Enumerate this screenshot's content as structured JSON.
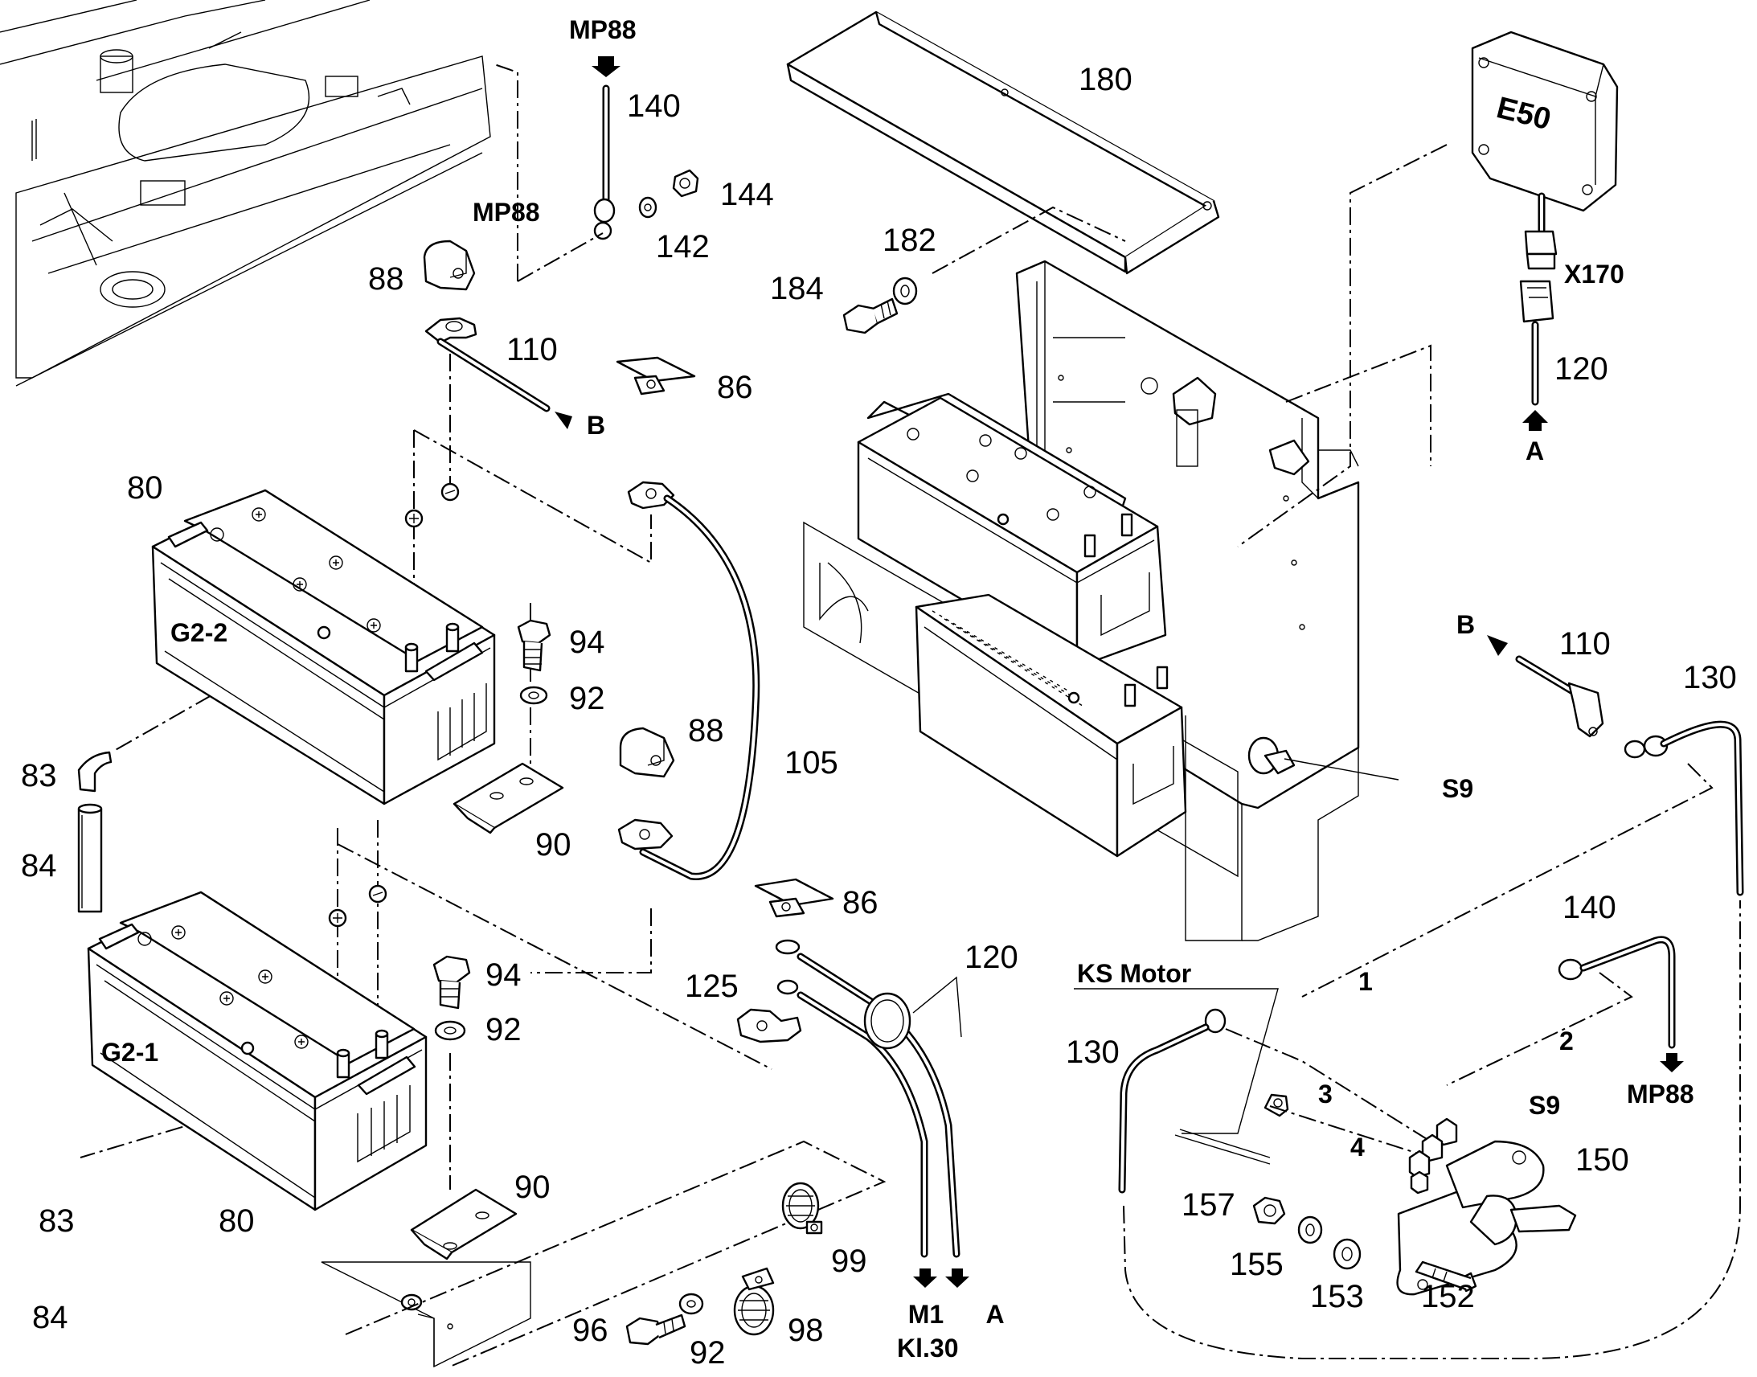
{
  "labels": {
    "mp88_top": "MP88",
    "p140_top": "140",
    "mp88_mid": "MP88",
    "p144": "144",
    "p142": "142",
    "p88_top": "88",
    "p110_top": "110",
    "b_top": "B",
    "p86_top": "86",
    "p80_top": "80",
    "g22": "G2-2",
    "p94_top": "94",
    "p92_top": "92",
    "p83_top": "83",
    "p84_top": "84",
    "p88_mid": "88",
    "p105": "105",
    "p90_top": "90",
    "p86_mid": "86",
    "p125": "125",
    "p120_mid": "120",
    "p94_bot": "94",
    "p92_bot": "92",
    "g21": "G2-1",
    "p90_bot": "90",
    "p83_bot": "83",
    "p80_bot": "80",
    "p84_bot": "84",
    "p99": "99",
    "p96": "96",
    "p92_lowest": "92",
    "p98": "98",
    "m1": "M1",
    "kl30": "Kl.30",
    "a_bot": "A",
    "p180": "180",
    "p182": "182",
    "p184": "184",
    "e50": "E50",
    "x170": "X170",
    "p120_top": "120",
    "a_top": "A",
    "b_right": "B",
    "p110_right": "110",
    "p130_right": "130",
    "s9_mid": "S9",
    "p140_right": "140",
    "ks_motor": "KS Motor",
    "w1": "1",
    "w2": "2",
    "w3": "3",
    "w4": "4",
    "p130_left": "130",
    "mp88_right": "MP88",
    "s9_bot": "S9",
    "p150": "150",
    "p157": "157",
    "p155": "155",
    "p153": "153",
    "p152": "152"
  }
}
